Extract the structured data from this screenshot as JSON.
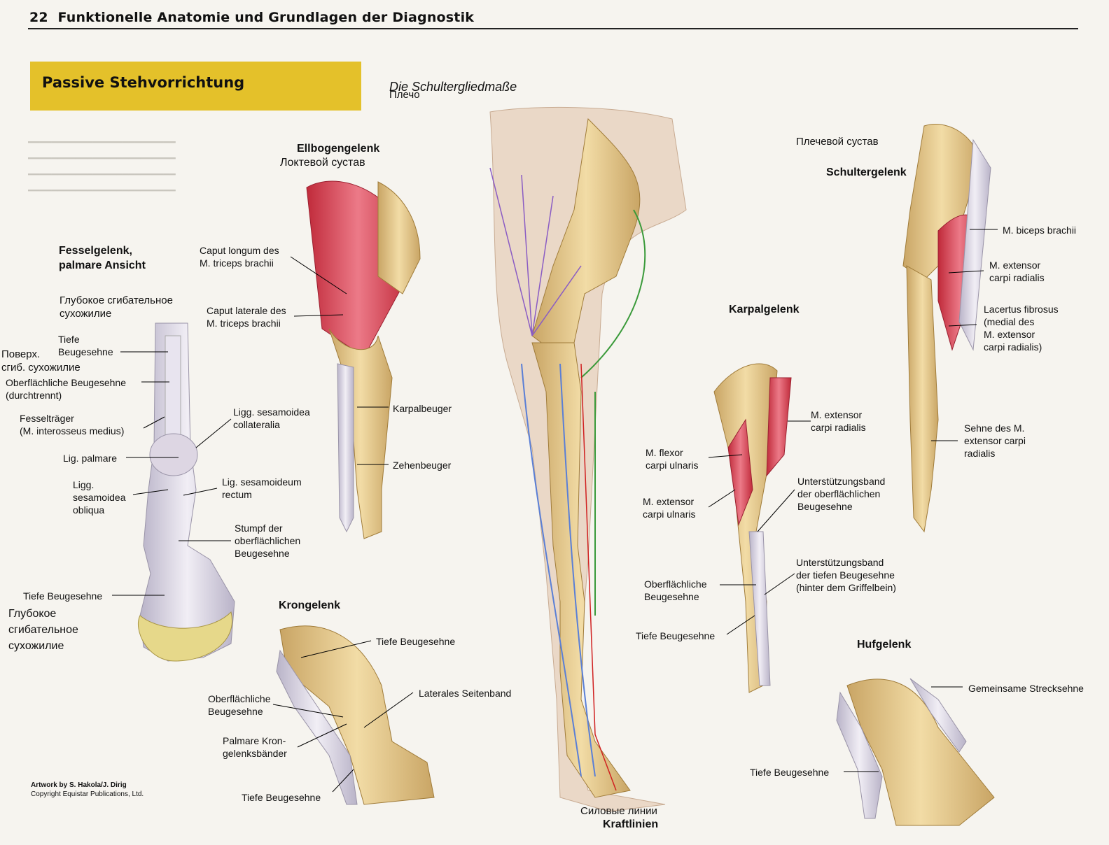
{
  "header": {
    "page_number": "22",
    "title": "Funktionelle Anatomie und Grundlagen der Diagnostik"
  },
  "banner": {
    "title": "Passive Stehvorrichtung"
  },
  "subtitle": "Die Schultergliedmaße",
  "credit": {
    "line1": "Artwork by S. Hakola/J. Dirig",
    "line2": "Copyright Equistar Publications, Ltd."
  },
  "fesselgelenk": {
    "title_line1": "Fesselgelenk,",
    "title_line2": "palmare Ansicht",
    "ru_deep_tendon": [
      "Глубокое сгибательное",
      "сухожилие"
    ],
    "tiefe_beugesehne_top": [
      "Tiefe",
      "Beugesehne"
    ],
    "ru_superficial": [
      "Поверх.",
      "сгиб. сухожилие"
    ],
    "oberfl_durchtrennt": [
      "Oberflächliche Beugesehne",
      "(durchtrennt)"
    ],
    "fessel_traeger": [
      "Fesselträger",
      "(M. interosseus medius)"
    ],
    "lig_palmare": "Lig. palmare",
    "ligg_obliqua": [
      "Ligg.",
      "sesamoidea",
      "obliqua"
    ],
    "ligg_collateralia": [
      "Ligg. sesamoidea",
      "collateralia"
    ],
    "lig_rectum": [
      "Lig. sesamoideum",
      "rectum"
    ],
    "stumpf": [
      "Stumpf der",
      "oberflächlichen",
      "Beugesehne"
    ],
    "tiefe_beugesehne_bottom": "Tiefe Beugesehne",
    "ru_deep_bottom": [
      "Глубокое",
      "сгибательное",
      "сухожилие"
    ]
  },
  "ellbogen": {
    "title": "Ellbogengelenk",
    "ru_title": "Локтевой сустав",
    "caput_longum": [
      "Caput longum des",
      "M. triceps brachii"
    ],
    "caput_laterale": [
      "Caput laterale des",
      "M. triceps brachii"
    ],
    "karpalbeuger": "Karpalbeuger",
    "zehenbeuger": "Zehenbeuger"
  },
  "kron": {
    "title": "Krongelenk",
    "tiefe_top": "Tiefe Beugesehne",
    "laterales": "Laterales Seitenband",
    "oberfl": [
      "Oberflächliche",
      "Beugesehne"
    ],
    "palmare": [
      "Palmare Kron-",
      "gelenksbänder"
    ],
    "tiefe_bottom": "Tiefe Beugesehne"
  },
  "center": {
    "ru_plecho": "Плечо",
    "ru_force": "Силовые линии",
    "kraftlinien": "Kraftlinien"
  },
  "schulter": {
    "ru_title": "Плечевой сустав",
    "title": "Schultergelenk",
    "biceps": "M. biceps brachii",
    "ext_carpi": [
      "M. extensor",
      "carpi radialis"
    ],
    "lacertus": [
      "Lacertus fibrosus",
      "(medial des",
      "M. extensor",
      "carpi radialis)"
    ],
    "sehne": [
      "Sehne des M.",
      "extensor carpi",
      "radialis"
    ]
  },
  "karpal": {
    "title": "Karpalgelenk",
    "ext_carpi": [
      "M. extensor",
      "carpi radialis"
    ],
    "flexor": [
      "M. flexor",
      "carpi ulnaris"
    ],
    "ext_ulnaris": [
      "M. extensor",
      "carpi ulnaris"
    ],
    "unterst_oberfl": [
      "Unterstützungsband",
      "der oberflächlichen",
      "Beugesehne"
    ],
    "unterst_tief": [
      "Unterstützungsband",
      "der tiefen Beugesehne",
      "(hinter dem Griffelbein)"
    ],
    "oberfl": [
      "Oberflächliche",
      "Beugesehne"
    ],
    "tiefe": "Tiefe Beugesehne"
  },
  "huf": {
    "title": "Hufgelenk",
    "gemeinsame": "Gemeinsame Strecksehne",
    "tiefe": "Tiefe Beugesehne"
  },
  "colors": {
    "banner": "#e4c12a",
    "bone": "#e8c98a",
    "muscle": "#d8404f",
    "tendon": "#d9d4e0",
    "force_blue": "#5a7fd6",
    "force_purple": "#8a5cc4",
    "force_green": "#3a9a3a",
    "force_red": "#d02020"
  }
}
